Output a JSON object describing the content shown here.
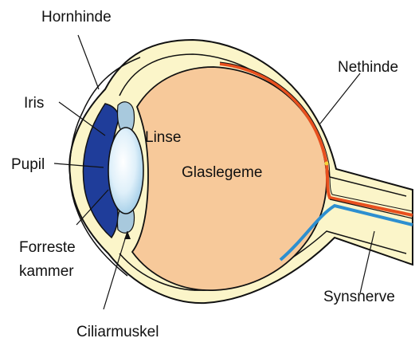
{
  "labels": {
    "cornea": "Hornhinde",
    "iris": "Iris",
    "lens": "Linse",
    "pupil": "Pupil",
    "vitreous": "Glaslegeme",
    "retina": "Nethinde",
    "anterior_chamber_line1": "Forreste",
    "anterior_chamber_line2": "kammer",
    "optic_nerve": "Synsnerve",
    "ciliary_muscle": "Ciliarmuskel"
  },
  "colors": {
    "sclera": "#fbf5c9",
    "vitreous": "#f7c99a",
    "iris": "#1f3d9a",
    "lens": "#cfe8f7",
    "retina": "#e8501e",
    "blood_vessel": "#2d8fd0",
    "outline": "#111111"
  }
}
